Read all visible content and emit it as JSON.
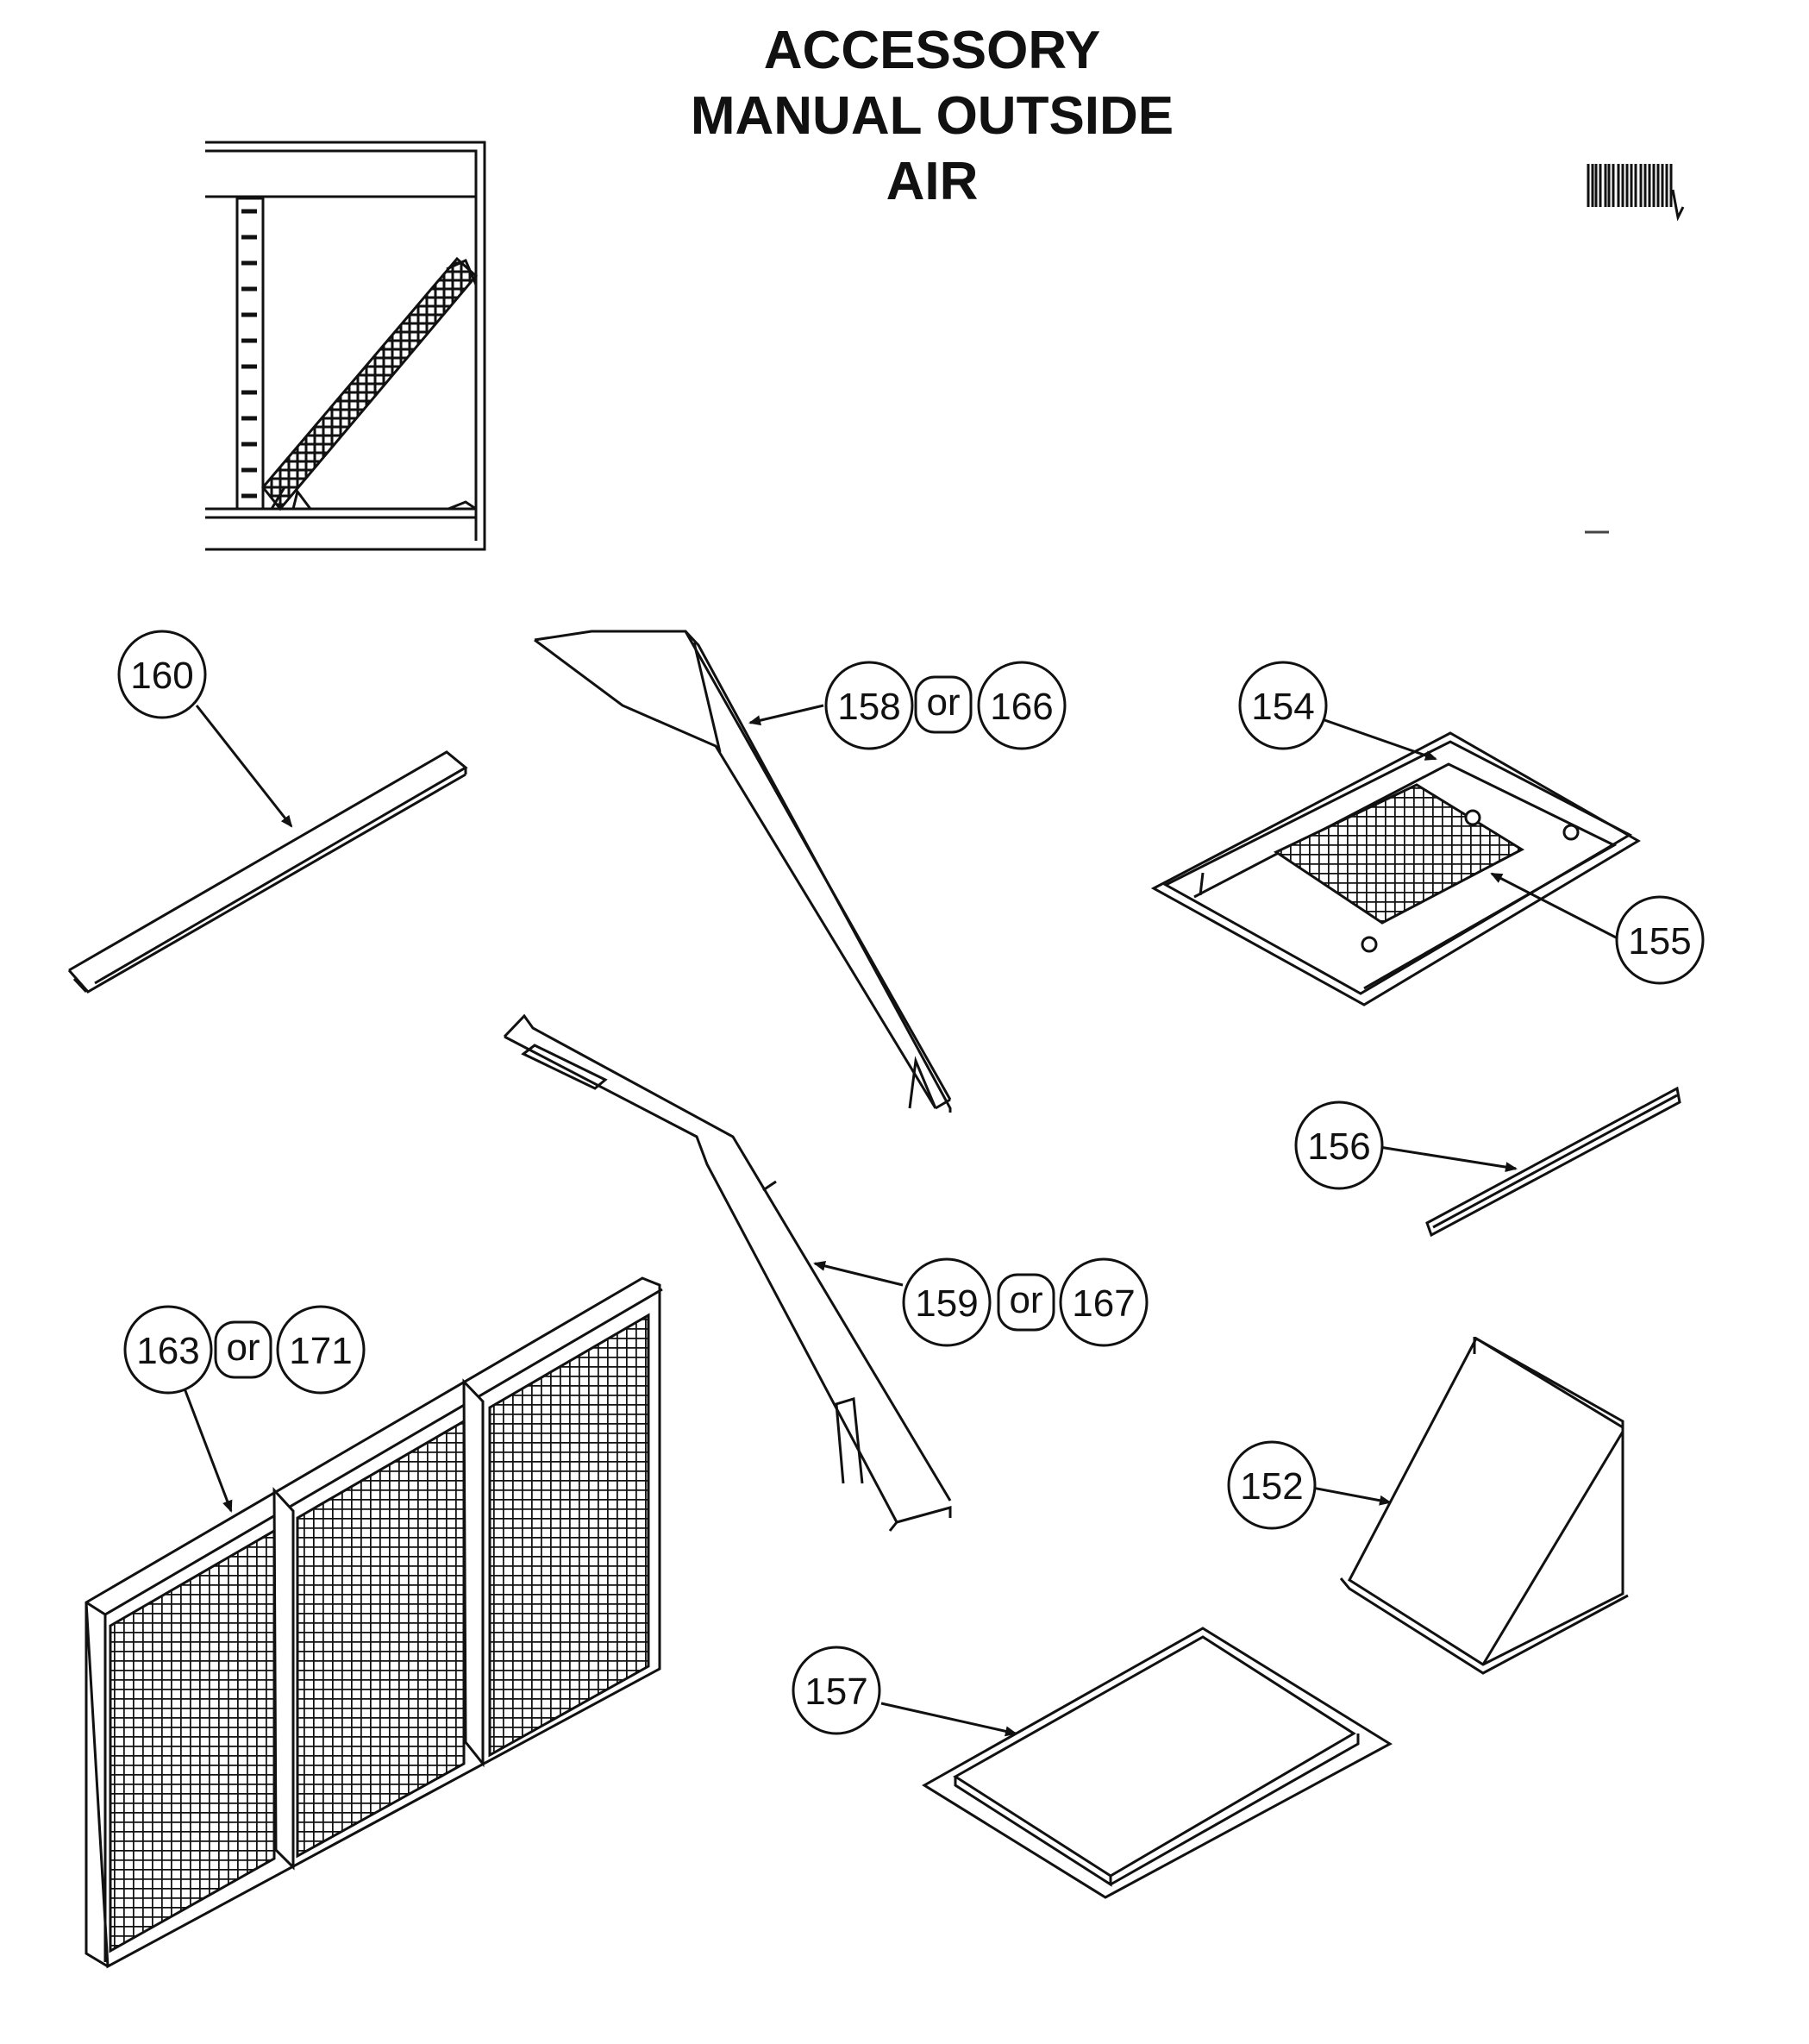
{
  "title": {
    "line1": "ACCESSORY",
    "line2": "MANUAL OUTSIDE",
    "line3": "AIR"
  },
  "or_text": "or",
  "parts": {
    "p160": "160",
    "p158": "158",
    "p166": "166",
    "p154": "154",
    "p155": "155",
    "p156": "156",
    "p159": "159",
    "p167": "167",
    "p163": "163",
    "p171": "171",
    "p152": "152",
    "p157": "157"
  }
}
